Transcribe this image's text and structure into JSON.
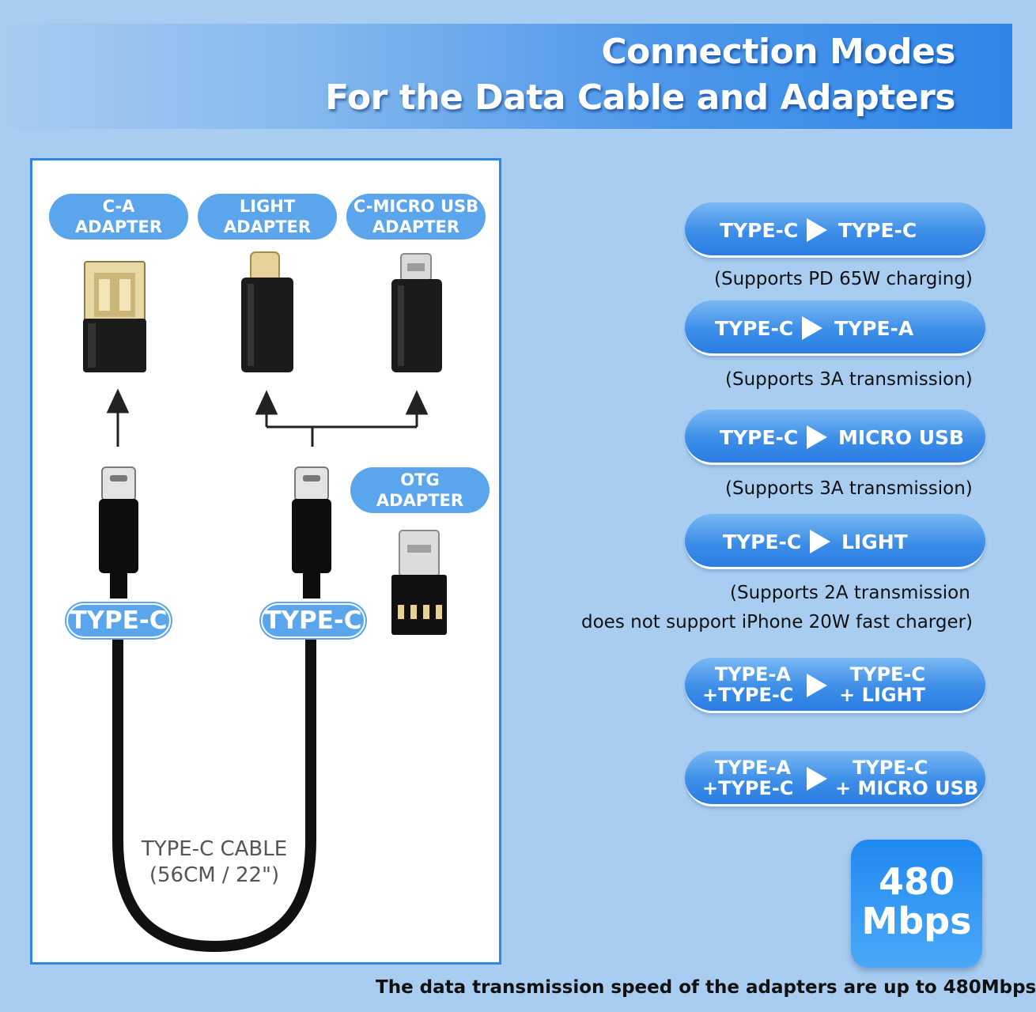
{
  "header": {
    "title_line1": "Connection Modes",
    "title_line2": "For the Data Cable and Adapters"
  },
  "left_panel": {
    "adapters": [
      {
        "line1": "C-A",
        "line2": "ADAPTER"
      },
      {
        "line1": "LIGHT",
        "line2": "ADAPTER"
      },
      {
        "line1": "C-MICRO USB",
        "line2": "ADAPTER"
      }
    ],
    "otg": {
      "line1": "OTG",
      "line2": "ADAPTER"
    },
    "type_c_left": "TYPE-C",
    "type_c_right": "TYPE-C",
    "cable_label_line1": "TYPE-C CABLE",
    "cable_label_line2": "(56CM / 22\")"
  },
  "modes": [
    {
      "from": "TYPE-C",
      "to": "TYPE-C",
      "note": "(Supports PD 65W charging)"
    },
    {
      "from": "TYPE-C",
      "to": "TYPE-A",
      "note": "(Supports 3A transmission)"
    },
    {
      "from": "TYPE-C",
      "to": "MICRO USB",
      "note": "(Supports 3A transmission)"
    },
    {
      "from": "TYPE-C",
      "to": "LIGHT",
      "note_line1": "(Supports 2A transmission",
      "note_line2": "does not support iPhone 20W fast charger)"
    },
    {
      "from_line1": "TYPE-A",
      "from_line2": "+TYPE-C",
      "to_line1": "TYPE-C",
      "to_line2": "+ LIGHT"
    },
    {
      "from_line1": "TYPE-A",
      "from_line2": "+TYPE-C",
      "to_line1": "TYPE-C",
      "to_line2": "+ MICRO USB"
    }
  ],
  "speed": {
    "value": "480",
    "unit": "Mbps"
  },
  "footer": "The data transmission speed of the adapters are up to 480Mbps",
  "colors": {
    "accent": "#2f86e8",
    "pill": "#5ba5ec",
    "background": "#a9cdf1"
  }
}
